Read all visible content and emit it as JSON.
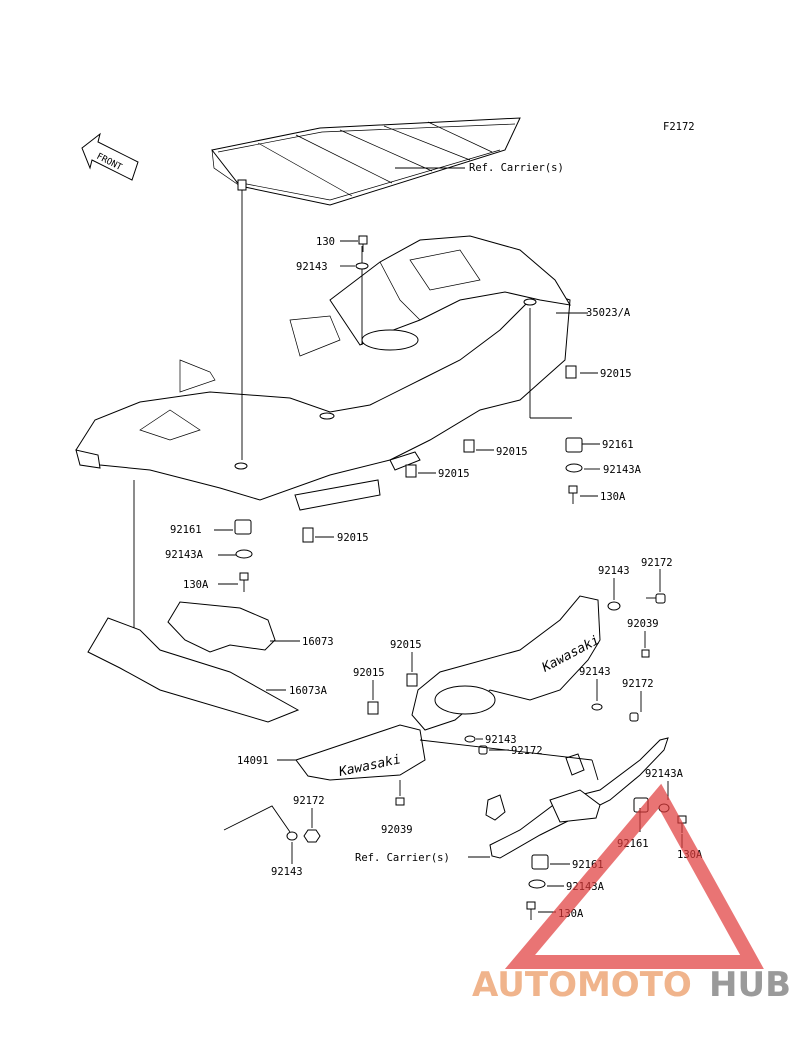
{
  "figure_code": "F2172",
  "front_marker": "FRONT",
  "decal_text": "Kawasaki",
  "labels": {
    "ref_carrier_top": "Ref. Carrier(s)",
    "p130_top": "130",
    "p92143_top": "92143",
    "p35023": "35023/A",
    "p92015_right": "92015",
    "p92161_right": "92161",
    "p92015_mid": "92015",
    "p92143A_right": "92143A",
    "p92015_center": "92015",
    "p130A_right": "130A",
    "p92161_left": "92161",
    "p92015_bottom": "92015",
    "p92143A_left": "92143A",
    "p130A_left": "130A",
    "p16073": "16073",
    "p16073A": "16073A",
    "p92143_r1": "92143",
    "p92172_r1": "92172",
    "p92039_r1": "92039",
    "p92015_g": "92015",
    "p92143_r2": "92143",
    "p92172_r2": "92172",
    "p92015_g2": "92015",
    "p92143_m": "92143",
    "p92172_m": "92172",
    "p14091": "14091",
    "p92143A_g": "92143A",
    "p92172_l": "92172",
    "p92161_g": "92161",
    "p130A_g": "130A",
    "p92039_l": "92039",
    "ref_carrier_bottom": "Ref. Carrier(s)",
    "p92161_b": "92161",
    "p92143_l": "92143",
    "p92143A_b": "92143A",
    "p130A_b": "130A"
  },
  "watermark": {
    "part1": "AUTOMOTO",
    "part2": "HUB",
    "color_primary": "#f0b48c",
    "color_secondary": "#9a9a9a",
    "triangle_color": "#e03a3a"
  }
}
